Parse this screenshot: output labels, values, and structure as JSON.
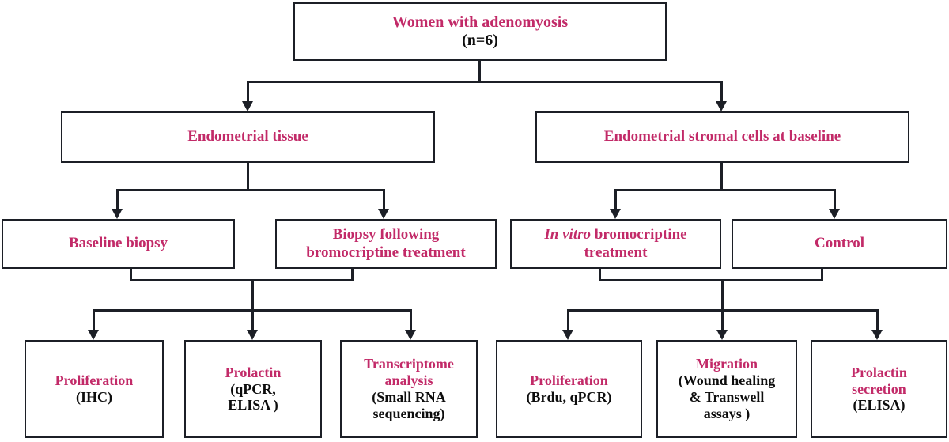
{
  "diagram": {
    "type": "flowchart",
    "title": "Study design flowchart for bromocriptine in adenomyosis",
    "accent_color": "#c22a68",
    "text_color": "#0d0d0d",
    "border_color": "#1c1f26",
    "background": "#ffffff"
  },
  "nodes": {
    "root": {
      "accent_line": "Women with adenomyosis",
      "plain_line": "(n=6)"
    },
    "level2": {
      "left": {
        "accent_line": "Endometrial tissue"
      },
      "right": {
        "accent_line": "Endometrial stromal cells at baseline"
      }
    },
    "level3": {
      "baseline_biopsy": {
        "accent_line": "Baseline biopsy"
      },
      "biopsy_following": {
        "accent_line_1": "Biopsy following",
        "accent_line_2": "bromocriptine treatment"
      },
      "in_vitro": {
        "italic_part": "In vitro",
        "accent_rest": " bromocriptine",
        "accent_line_2": "treatment"
      },
      "control": {
        "accent_line": "Control"
      }
    },
    "leaves": [
      {
        "id": "proliferation-ihc",
        "accent_lines": [
          "Proliferation"
        ],
        "plain_lines": [
          "(IHC)"
        ]
      },
      {
        "id": "prolactin-qpcr-elisa",
        "accent_lines": [
          "Prolactin"
        ],
        "plain_lines": [
          "(qPCR,",
          "ELISA )"
        ]
      },
      {
        "id": "transcriptome-analysis",
        "accent_lines": [
          "Transcriptome",
          "analysis"
        ],
        "plain_lines": [
          "(Small RNA",
          "sequencing)"
        ]
      },
      {
        "id": "proliferation-brdu-qpcr",
        "accent_lines": [
          "Proliferation"
        ],
        "plain_lines": [
          "(Brdu, qPCR)"
        ]
      },
      {
        "id": "migration-assays",
        "accent_lines": [
          "Migration"
        ],
        "plain_lines": [
          "(Wound healing",
          "& Transwell",
          "assays )"
        ]
      },
      {
        "id": "prolactin-secretion-elisa",
        "accent_lines": [
          "Prolactin",
          "secretion"
        ],
        "plain_lines": [
          "(ELISA)"
        ]
      }
    ]
  }
}
